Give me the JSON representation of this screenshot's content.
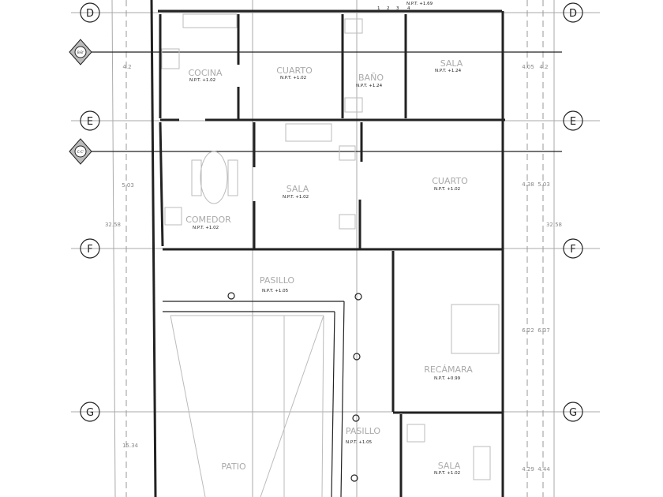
{
  "grid_axes": [
    "D",
    "E",
    "F",
    "G"
  ],
  "sections": [
    "B-B'",
    "C-C'"
  ],
  "rooms": [
    {
      "name": "COCINA",
      "level": "N.P.T. +1.02"
    },
    {
      "name": "CUARTO",
      "level": "N.P.T. +1.02"
    },
    {
      "name": "BAÑO",
      "level": "N.P.T. +1.24"
    },
    {
      "name": "SALA",
      "level": "N.P.T. +1.24"
    },
    {
      "name": "COMEDOR",
      "level": "N.P.T. +1.02"
    },
    {
      "name": "SALA",
      "level": "N.P.T. +1.02"
    },
    {
      "name": "CUARTO",
      "level": "N.P.T. +1.02"
    },
    {
      "name": "PASILLO",
      "level": "N.P.T. +1.05"
    },
    {
      "name": "RECÁMARA",
      "level": "N.P.T. +0.99"
    },
    {
      "name": "PASILLO",
      "level": "N.P.T. +1.05"
    },
    {
      "name": "SALA",
      "level": "N.P.T. +1.02"
    },
    {
      "name": "PATIO",
      "level": ""
    }
  ],
  "top_level": "N.P.T. +1.69",
  "stair_steps": [
    "1",
    "2",
    "3",
    "4"
  ],
  "dimensions_left": [
    "4.2",
    "5.03",
    "32.58",
    "15.34"
  ],
  "dimensions_right": [
    "4.05",
    "4.2",
    "4.38",
    "5.03",
    "32.58",
    "6.22",
    "6.37",
    "4.29",
    "4.44"
  ]
}
